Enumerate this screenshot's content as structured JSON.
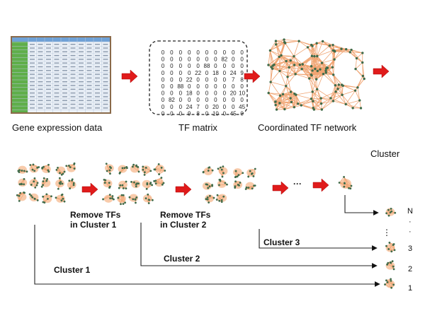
{
  "colors": {
    "node": "#3f6b4a",
    "edge": "#f0a472",
    "cluster_fill": "#f7c29c",
    "arrow": "#e01b1b",
    "sheet_header": "#6fa1d6",
    "sheet_first_col": "#5fae4a"
  },
  "top_row": {
    "gene_expression_label": "Gene expression data",
    "tf_matrix_label": "TF matrix",
    "network_label": "Coordinated TF network"
  },
  "tf_matrix": {
    "rows": [
      [
        "0",
        "0",
        "0",
        "0",
        "0",
        "0",
        "0",
        "0",
        "0",
        "0"
      ],
      [
        "0",
        "0",
        "0",
        "0",
        "0",
        "0",
        "0",
        "82",
        "0",
        "0"
      ],
      [
        "0",
        "0",
        "0",
        "0",
        "0",
        "88",
        "0",
        "0",
        "0",
        "0"
      ],
      [
        "0",
        "0",
        "0",
        "0",
        "22",
        "0",
        "18",
        "0",
        "24",
        "9"
      ],
      [
        "0",
        "0",
        "0",
        "22",
        "0",
        "0",
        "0",
        "0",
        "7",
        "8"
      ],
      [
        "0",
        "0",
        "88",
        "0",
        "0",
        "0",
        "0",
        "0",
        "0",
        "0"
      ],
      [
        "0",
        "0",
        "0",
        "18",
        "0",
        "0",
        "0",
        "0",
        "20",
        "10"
      ],
      [
        "0",
        "82",
        "0",
        "0",
        "0",
        "0",
        "0",
        "0",
        "0",
        "0"
      ],
      [
        "0",
        "0",
        "0",
        "24",
        "7",
        "0",
        "20",
        "0",
        "0",
        "45"
      ],
      [
        "0",
        "0",
        "0",
        "9",
        "8",
        "0",
        "10",
        "0",
        "45",
        "0"
      ]
    ]
  },
  "cluster_header": "Cluster",
  "steps": {
    "remove_1_line1": "Remove TFs",
    "remove_1_line2": "in Cluster 1",
    "remove_2_line1": "Remove TFs",
    "remove_2_line2": "in Cluster 2",
    "ellipsis": "···"
  },
  "clusters": {
    "cluster1_label": "Cluster 1",
    "cluster2_label": "Cluster 2",
    "cluster3_label": "Cluster 3"
  },
  "ranks": {
    "n": "N",
    "dots": "⋮",
    "three": "3",
    "two": "2",
    "one": "1"
  }
}
